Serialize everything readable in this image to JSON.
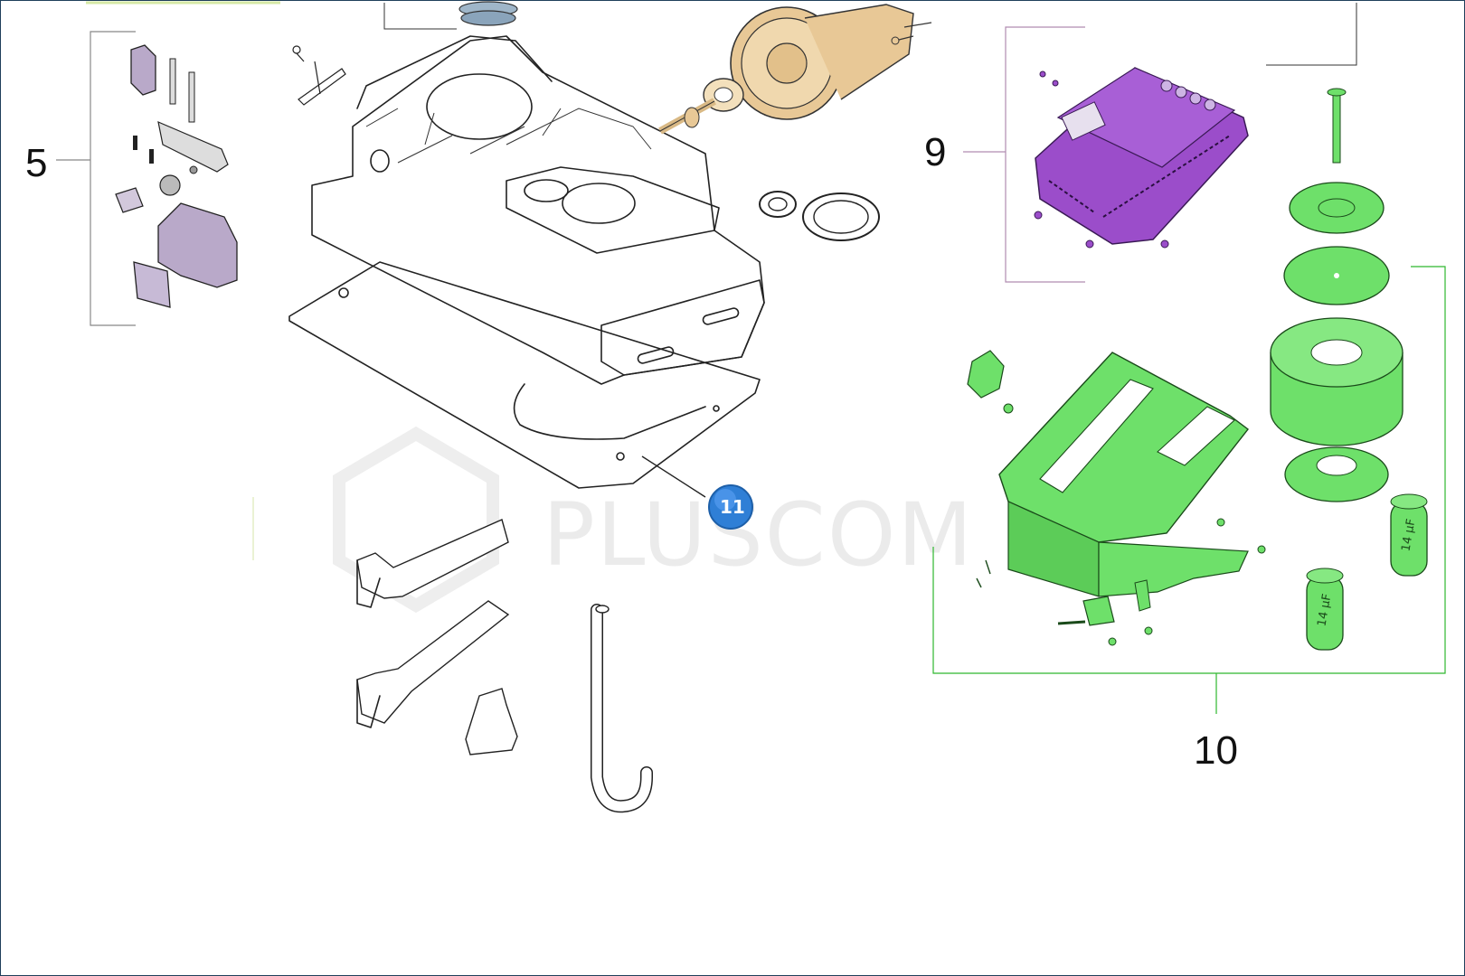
{
  "callouts": {
    "group_5": "5",
    "group_9": "9",
    "group_10": "10",
    "badge_11": "11"
  },
  "watermark": "PLUSCOM",
  "capacitor_labels": [
    "14 μF",
    "14 μF"
  ],
  "colors": {
    "frame": "#1f3f5b",
    "gear": "#e8c896",
    "control_board": "#9b4dca",
    "motor_parts": "#6ee06a",
    "lock_parts": "#b9a9c9",
    "bracket_5": "#888888",
    "bracket_9": "#b08cb0",
    "bracket_10": "#2fb82f",
    "badge": "#2f7fd6"
  }
}
